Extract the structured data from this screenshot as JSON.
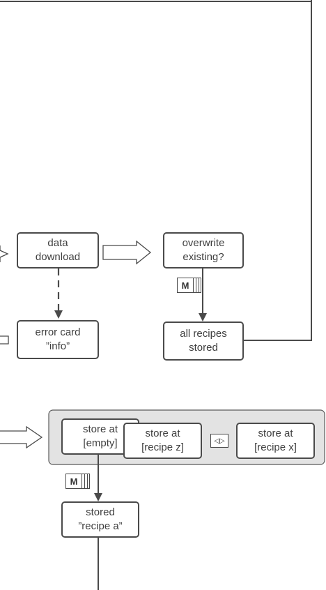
{
  "nodes": {
    "data_download": {
      "line1": "data",
      "line2": "download"
    },
    "overwrite_existing": {
      "line1": "overwrite",
      "line2": "existing?"
    },
    "error_card": {
      "line1": "error card",
      "line2": "”info”"
    },
    "all_recipes_stored": {
      "line1": "all recipes",
      "line2": "stored"
    },
    "store_empty": {
      "line1": "store at",
      "line2": "[empty]"
    },
    "store_recipe_z": {
      "line1": "store at",
      "line2": "[recipe z]"
    },
    "store_recipe_x": {
      "line1": "store at",
      "line2": "[recipe x]"
    },
    "stored_recipe_a": {
      "line1": "stored",
      "line2": "”recipe a”"
    }
  },
  "keys": {
    "menu_key": "M",
    "nav_keys": "◁▷"
  },
  "colors": {
    "line": "#4a4a4a",
    "panel": "#e3e3e3",
    "text": "#3e3e3e"
  }
}
